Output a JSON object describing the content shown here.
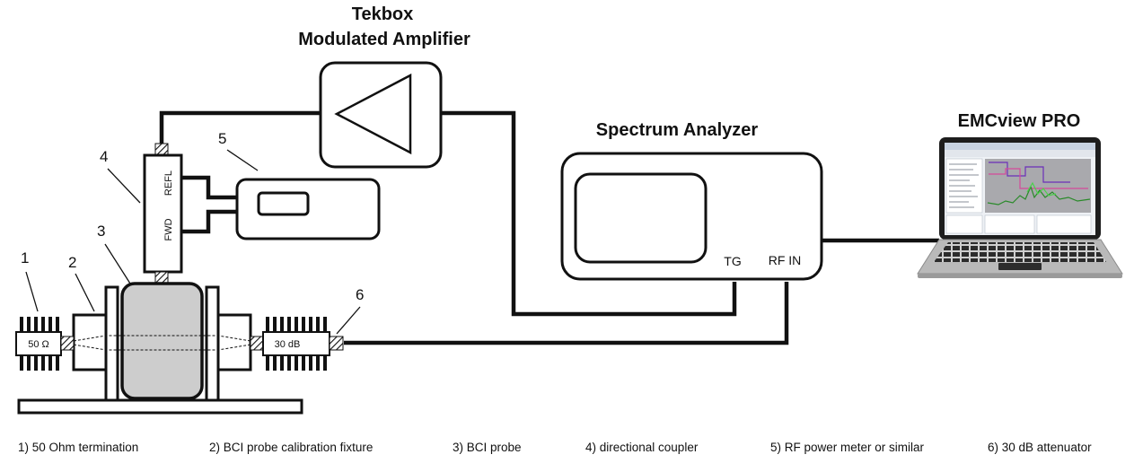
{
  "titles": {
    "amplifier_line1": "Tekbox",
    "amplifier_line2": "Modulated Amplifier",
    "spectrum_analyzer": "Spectrum Analyzer",
    "emcview": "EMCview PRO"
  },
  "callouts": {
    "n1": "1",
    "n2": "2",
    "n3": "3",
    "n4": "4",
    "n5": "5",
    "n6": "6"
  },
  "components": {
    "termination_label": "50 Ω",
    "attenuator_label": "30 dB",
    "coupler_refl": "REFL",
    "coupler_fwd": "FWD",
    "sa_port_tg": "TG",
    "sa_port_rfin": "RF IN"
  },
  "legend": [
    "1) 50 Ohm termination",
    "2) BCI probe calibration fixture",
    "3) BCI probe",
    "4) directional coupler",
    "5) RF power meter or similar",
    "6) 30 dB attenuator"
  ]
}
